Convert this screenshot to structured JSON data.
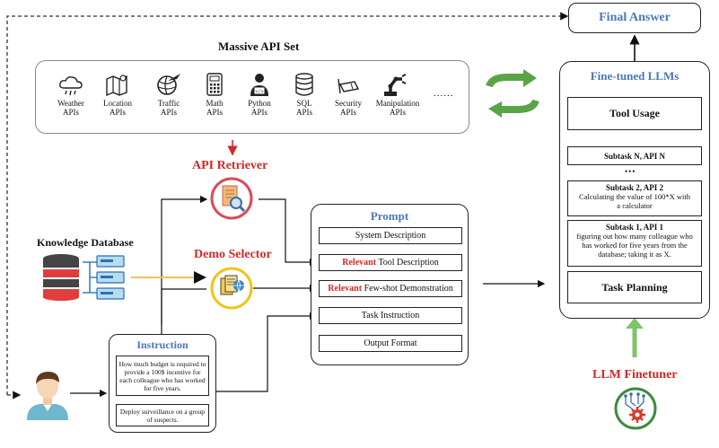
{
  "final_answer": "Final Answer",
  "massive_api": {
    "title": "Massive API Set",
    "apis": [
      {
        "label1": "Weather",
        "label2": "APIs",
        "icon": "cloud-rain-icon"
      },
      {
        "label1": "Location",
        "label2": "APIs",
        "icon": "map-icon"
      },
      {
        "label1": "Traffic",
        "label2": "APIs",
        "icon": "plane-globe-icon"
      },
      {
        "label1": "Math",
        "label2": "APIs",
        "icon": "calculator-icon"
      },
      {
        "label1": "Python",
        "label2": "APIs",
        "icon": "programmer-icon"
      },
      {
        "label1": "SQL",
        "label2": "APIs",
        "icon": "database-icon"
      },
      {
        "label1": "Security",
        "label2": "APIs",
        "icon": "camera-icon"
      },
      {
        "label1": "Manipulation",
        "label2": "APIs",
        "icon": "robot-arm-icon"
      }
    ],
    "ellipsis": "......"
  },
  "api_retriever": "API Retriever",
  "demo_selector": "Demo Selector",
  "knowledge_db": "Knowledge Database",
  "prompt": {
    "title": "Prompt",
    "system": "System Description",
    "relevant_word": "Relevant",
    "tool_desc": " Tool Description",
    "fewshot": " Few-shot Demonstration",
    "task_instruction": "Task Instruction",
    "output_format": "Output Format"
  },
  "instruction": {
    "title": "Instruction",
    "text1": "How much budget is required to provide a 100$ incentive for each colleague who has worked for five years.",
    "text2": "Deploy surveillance on a group of suspects."
  },
  "llms": {
    "title": "Fine-tuned LLMs",
    "tool_usage": "Tool Usage",
    "subtask_n": "Subtask N, API N",
    "dots": "•••",
    "subtask2_title": "Subtask 2, API 2",
    "subtask2_text": "Calculating the value of 100*X with a calculator",
    "subtask1_title": "Subtask 1, API 1",
    "subtask1_text": "figuring out how many colleague who has worked for five years from the database; taking it as X.",
    "task_planning": "Task Planning"
  },
  "finetuner": "LLM Finetuner",
  "colors": {
    "blue": "#4a77b8",
    "red": "#d42727",
    "green": "#5aa447",
    "gold": "#e8c75a"
  }
}
